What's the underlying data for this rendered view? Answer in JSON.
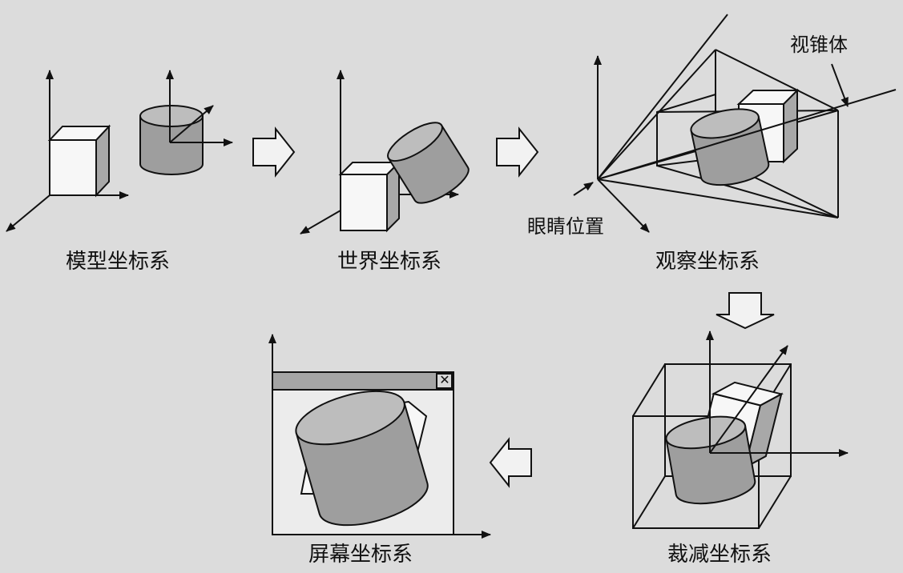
{
  "labels": {
    "model": "模型坐标系",
    "world": "世界坐标系",
    "view": "观察坐标系",
    "clip": "裁减坐标系",
    "screen": "屏幕坐标系",
    "frustum": "视锥体",
    "eye": "眼睛位置"
  },
  "window_close_glyph": "✕",
  "colors": {
    "background": "#dcdcdc",
    "line": "#111111",
    "object_fill": "#9e9e9e",
    "object_top": "#bdbdbd",
    "box_front": "#f7f7f7",
    "box_side": "#a8a8a8",
    "arrow_fill": "#f2f2f2"
  }
}
